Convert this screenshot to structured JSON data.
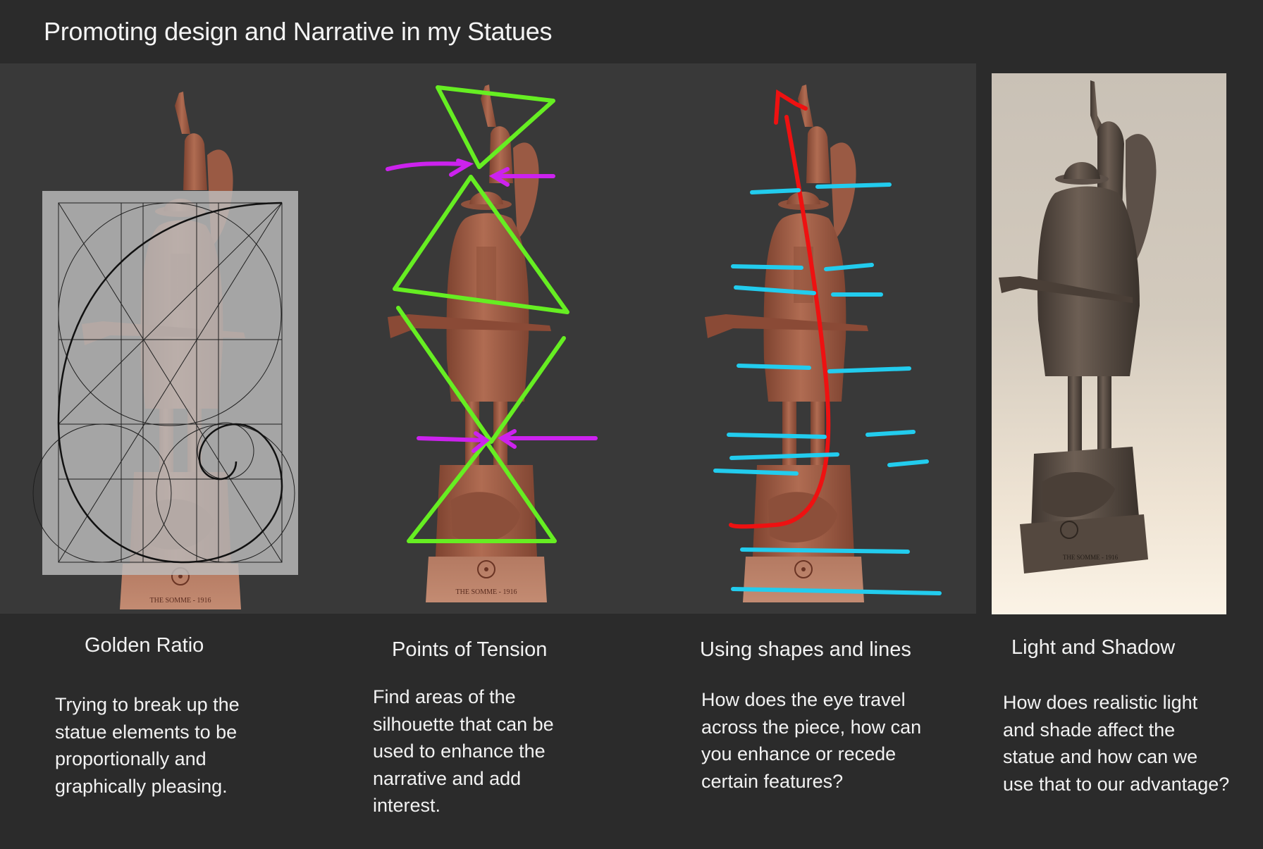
{
  "page": {
    "title": "Promoting design and Narrative in my Statues"
  },
  "colors": {
    "background": "#2b2b2b",
    "image_strip": "#393939",
    "statue_clay": "#a9624a",
    "overlay_grey": "#b4b4b4",
    "tension_green": "#66ee22",
    "tension_magenta": "#cc22ee",
    "flow_red": "#ee1111",
    "flow_cyan": "#22ccee",
    "photo_background": "#c9c1b6"
  },
  "panels": [
    {
      "heading": "Golden Ratio",
      "description": "Trying to break up the\nstatue elements to be\nproportionally and\ngraphically pleasing.",
      "plinth_text": "THE SOMME - 1916",
      "overlay": "golden-ratio-spiral-grid"
    },
    {
      "heading": "Points of Tension",
      "description": "Find areas of the\nsilhouette that can be\nused to enhance the\nnarrative and add\ninterest.",
      "plinth_text": "THE SOMME - 1916",
      "overlay": "green-triangles-magenta-arrows"
    },
    {
      "heading": "Using shapes and lines",
      "description": "How does the eye travel\nacross the piece, how can\nyou enhance or recede\ncertain features?",
      "plinth_text": "THE SOMME - 1916",
      "overlay": "red-flow-line-cyan-strokes"
    },
    {
      "heading": "Light and Shadow",
      "description": "How does realistic light\nand shade affect the\nstatue and how can we\nuse that to our advantage?",
      "plinth_text": "THE SOMME - 1916",
      "overlay": "none-rendered-photo"
    }
  ]
}
